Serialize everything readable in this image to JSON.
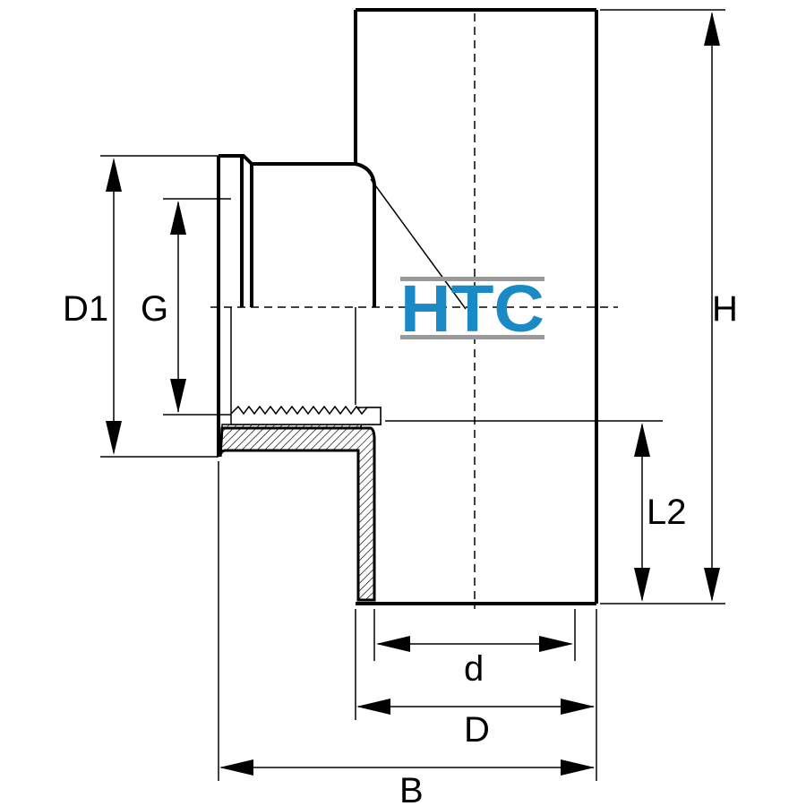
{
  "logo": {
    "text": "HTC",
    "text_color": "#1a8ac6",
    "bar_color": "#9a9a9a"
  },
  "dimensions": {
    "D1": "D1",
    "G": "G",
    "H": "H",
    "L2": "L2",
    "d": "d",
    "D": "D",
    "B": "B"
  },
  "colors": {
    "line": "#000000",
    "background": "#ffffff"
  }
}
